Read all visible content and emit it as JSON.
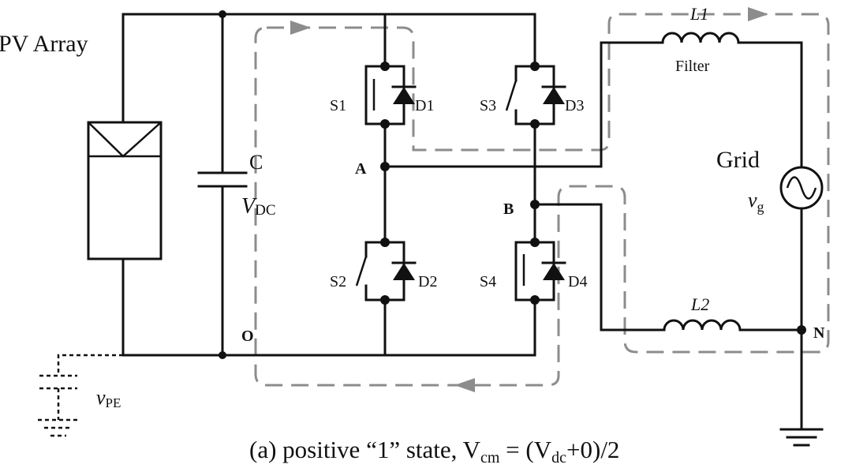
{
  "labels": {
    "pv_array": "PV Array",
    "capacitor": "C",
    "vdc_main": "V",
    "vdc_sub": "DC",
    "node_a": "A",
    "node_b": "B",
    "node_o": "O",
    "node_n": "N",
    "s1": "S1",
    "d1": "D1",
    "s2": "S2",
    "d2": "D2",
    "s3": "S3",
    "d3": "D3",
    "s4": "S4",
    "d4": "D4",
    "l1": "L1",
    "l2": "L2",
    "filter": "Filter",
    "grid": "Grid",
    "vg_main": "v",
    "vg_sub": "g",
    "vpe_main": "v",
    "vpe_sub": "PE"
  },
  "caption": {
    "part1": "(a) positive “1” state, V",
    "sub1": "cm",
    "part2": " = (V",
    "sub2": "dc",
    "part3": "+0)/2"
  },
  "colors": {
    "wire": "#111111",
    "current_path": "#8c8c8c"
  }
}
